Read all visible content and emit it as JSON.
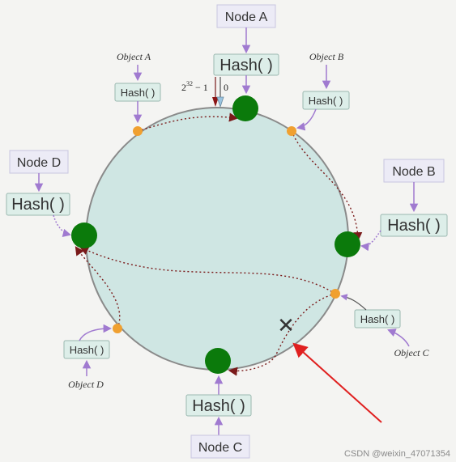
{
  "nodes": {
    "a": {
      "label": "Node A",
      "hash": "Hash( )"
    },
    "b": {
      "label": "Node B",
      "hash": "Hash( )"
    },
    "c": {
      "label": "Node C",
      "hash": "Hash( )"
    },
    "d": {
      "label": "Node D",
      "hash": "Hash( )"
    }
  },
  "objects": {
    "a": {
      "label": "Object A",
      "hash": "Hash( )"
    },
    "b": {
      "label": "Object B",
      "hash": "Hash( )"
    },
    "c": {
      "label": "Object C",
      "hash": "Hash( )"
    },
    "d": {
      "label": "Object D",
      "hash": "Hash( )"
    }
  },
  "ring": {
    "max_label": "2",
    "max_exp": "32",
    "max_suffix": "− 1",
    "zero_label": "0"
  },
  "removed_marker": "✕",
  "watermark": "CSDN @weixin_47071354",
  "colors": {
    "ring_fill": "#cfe6e3",
    "ring_stroke": "#8a8a8a",
    "node_green": "#0b7a0b",
    "object_orange": "#f0a030",
    "box_fill": "#ddeee9",
    "label_box_fill": "#ecebf6",
    "arrow_purple": "#a07ad0",
    "path_dark": "#7a1a1a",
    "pointer_red": "#e02020"
  }
}
